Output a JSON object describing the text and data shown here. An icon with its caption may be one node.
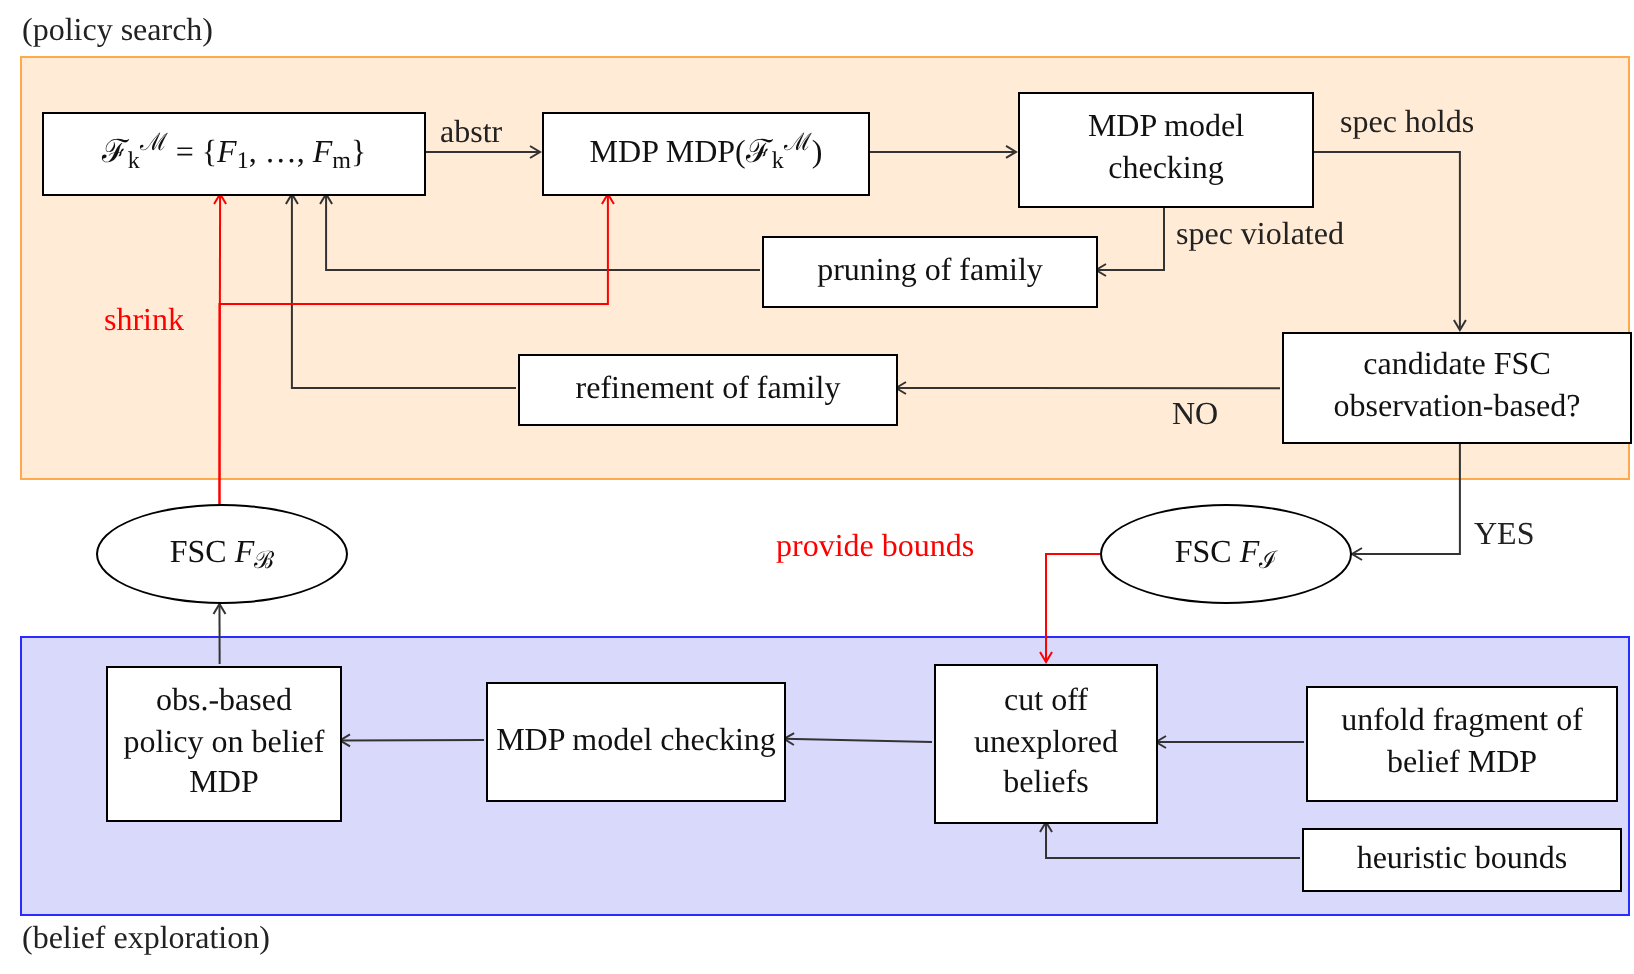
{
  "diagram": {
    "nodes": [
      {
        "text": [
          "(policy search)"
        ]
      },
      {
        "text": [
          "ℱ$_{k}$$^{ℳ}$ = {*F*$_{1}$, …, *F*$_{m}$}"
        ],
        "in": 0
      },
      {
        "text": [
          "MDP MDP(ℱ$_{k}$$^{ℳ}$)"
        ],
        "in": 0
      },
      {
        "text": [
          "MDP model checking"
        ],
        "in": 0
      },
      {
        "text": [
          "pruning of family"
        ],
        "in": 0
      },
      {
        "text": [
          "refinement of family"
        ],
        "in": 0
      },
      {
        "text": [
          "candidate FSC observation-based?"
        ],
        "in": 0
      },
      {
        "text": [
          "FSC *F*$_{ℬ}$"
        ]
      },
      {
        "text": [
          "FSC *F*$_{ℐ}$"
        ]
      },
      {
        "text": [
          "(belief exploration)"
        ]
      },
      {
        "text": [
          "obs.-based policy on belief MDP"
        ],
        "in": 9
      },
      {
        "text": [
          "MDP model checking"
        ],
        "in": 9
      },
      {
        "text": [
          "cut off unexplored beliefs"
        ],
        "in": 9
      },
      {
        "text": [
          "unfold fragment of belief MDP"
        ],
        "in": 9
      },
      {
        "text": [
          "heuristic bounds"
        ],
        "in": 9
      }
    ],
    "edges": [
      {
        "from": 1,
        "to": 2,
        "arrow": "to",
        "label": "abstr"
      },
      {
        "from": 2,
        "to": 3,
        "arrow": "to"
      },
      {
        "from": 3,
        "to": 6,
        "arrow": "to",
        "label": "spec holds"
      },
      {
        "from": 3,
        "to": 4,
        "arrow": "to",
        "label": "spec violated"
      },
      {
        "from": 4,
        "to": 1,
        "arrow": "to"
      },
      {
        "from": 6,
        "to": 5,
        "arrow": "to",
        "label": "NO"
      },
      {
        "from": 5,
        "to": 1,
        "arrow": "to"
      },
      {
        "from": 6,
        "to": 8,
        "arrow": "to",
        "label": "YES"
      },
      {
        "from": 7,
        "to": 1,
        "arrow": "to",
        "label": "shrink",
        "color": "#ff0000"
      },
      {
        "from": 7,
        "to": 2,
        "arrow": "to",
        "color": "#ff0000"
      },
      {
        "from": 8,
        "to": 12,
        "arrow": "to",
        "label": "provide bounds",
        "color": "#ff0000"
      },
      {
        "from": 13,
        "to": 12,
        "arrow": "to"
      },
      {
        "from": 14,
        "to": 12,
        "arrow": "to"
      },
      {
        "from": 12,
        "to": 11,
        "arrow": "to"
      },
      {
        "from": 11,
        "to": 10,
        "arrow": "to"
      },
      {
        "from": 10,
        "to": 7,
        "arrow": "to"
      }
    ]
  }
}
